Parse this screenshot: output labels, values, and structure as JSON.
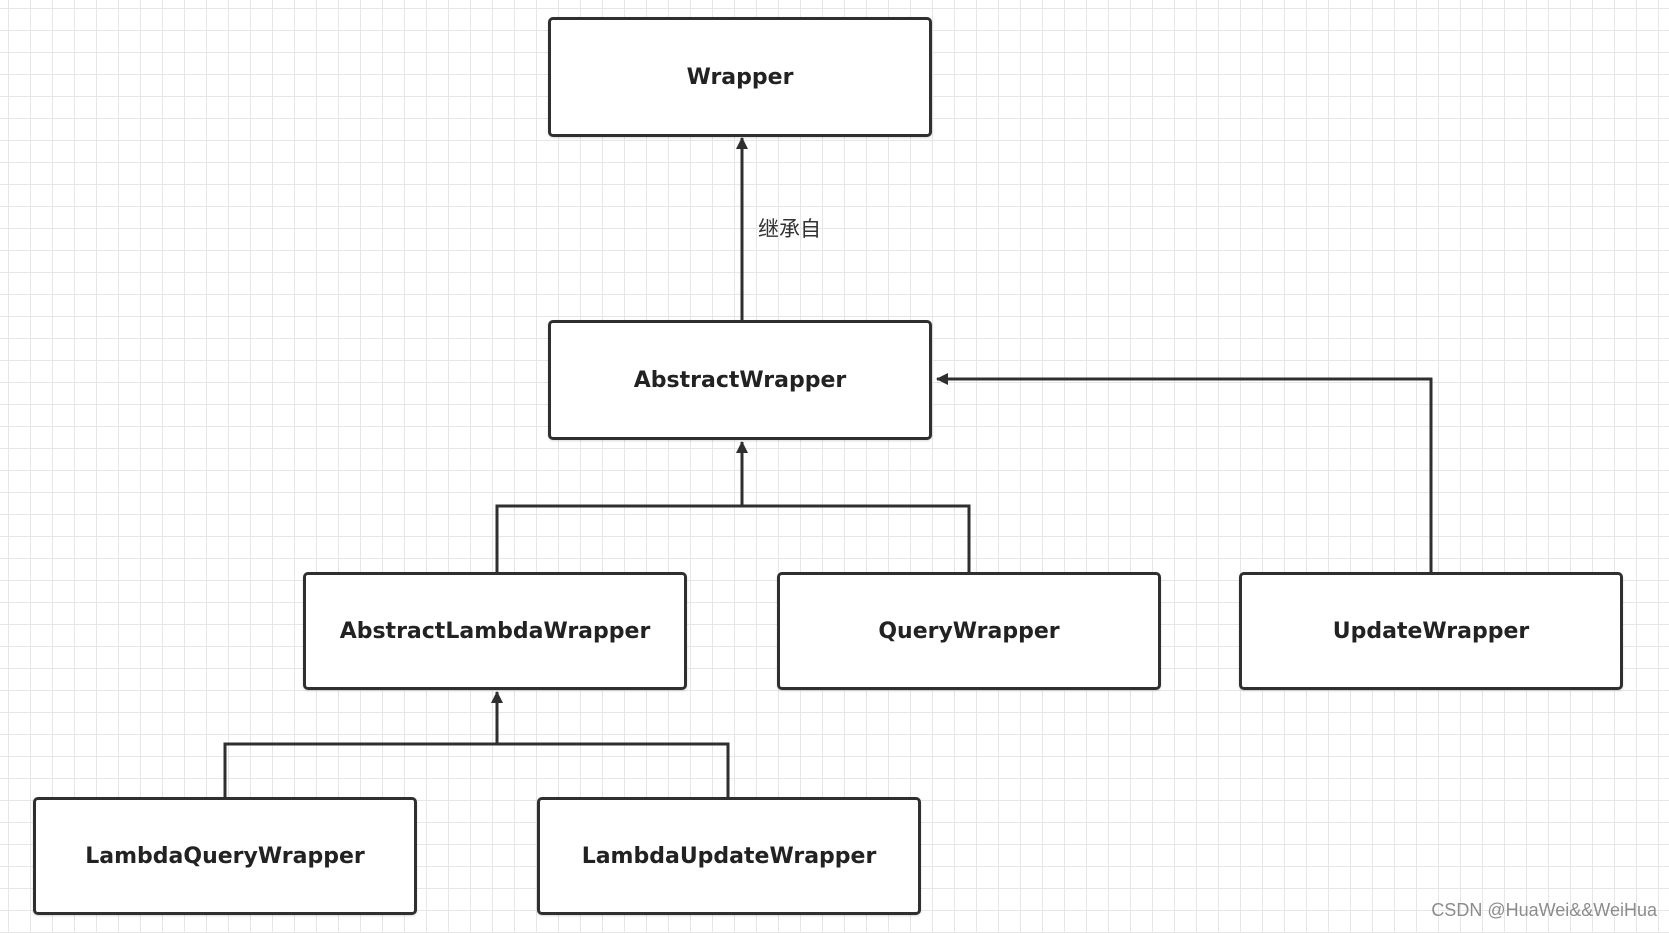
{
  "nodes": {
    "wrapper": "Wrapper",
    "abstract_wrapper": "AbstractWrapper",
    "abstract_lambda_wrapper": "AbstractLambdaWrapper",
    "query_wrapper": "QueryWrapper",
    "update_wrapper": "UpdateWrapper",
    "lambda_query_wrapper": "LambdaQueryWrapper",
    "lambda_update_wrapper": "LambdaUpdateWrapper"
  },
  "edges": [
    {
      "from": "abstract_wrapper",
      "to": "wrapper",
      "label": "继承自"
    },
    {
      "from": "abstract_lambda_wrapper",
      "to": "abstract_wrapper"
    },
    {
      "from": "query_wrapper",
      "to": "abstract_wrapper"
    },
    {
      "from": "update_wrapper",
      "to": "abstract_wrapper"
    },
    {
      "from": "lambda_query_wrapper",
      "to": "abstract_lambda_wrapper"
    },
    {
      "from": "lambda_update_wrapper",
      "to": "abstract_lambda_wrapper"
    }
  ],
  "watermark": "CSDN @HuaWei&&WeiHua",
  "colors": {
    "stroke": "#2f2f2f",
    "grid": "#e6e6e6",
    "background": "#ffffff"
  }
}
